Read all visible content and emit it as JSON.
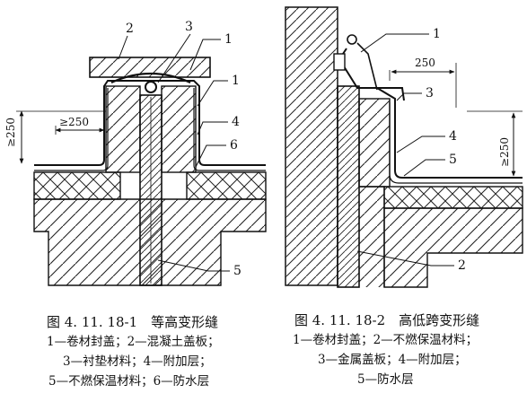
{
  "figure_left": {
    "callouts": {
      "c1a": "1",
      "c1b": "1",
      "c2": "2",
      "c3": "3",
      "c4": "4",
      "c5": "5",
      "c6": "6"
    },
    "dim_250": "≥250",
    "dim_ge250": "≥250",
    "caption_title": "图 4. 11. 18-1　等高变形缝",
    "caption_lines": [
      "1—卷材封盖；2—混凝土盖板；",
      "3—衬垫材料；4—附加层；",
      "5—不燃保温材料；6—防水层"
    ]
  },
  "figure_right": {
    "callouts": {
      "c1": "1",
      "c2": "2",
      "c3": "3",
      "c4": "4",
      "c5": "5"
    },
    "dim_250": "250",
    "dim_ge250": "≥250",
    "caption_title": "图 4. 11. 18-2　高低跨变形缝",
    "caption_lines": [
      "1—卷材封盖；2—不燃保温材料；",
      "3—金属盖板；4—附加层；",
      "5—防水层"
    ]
  }
}
